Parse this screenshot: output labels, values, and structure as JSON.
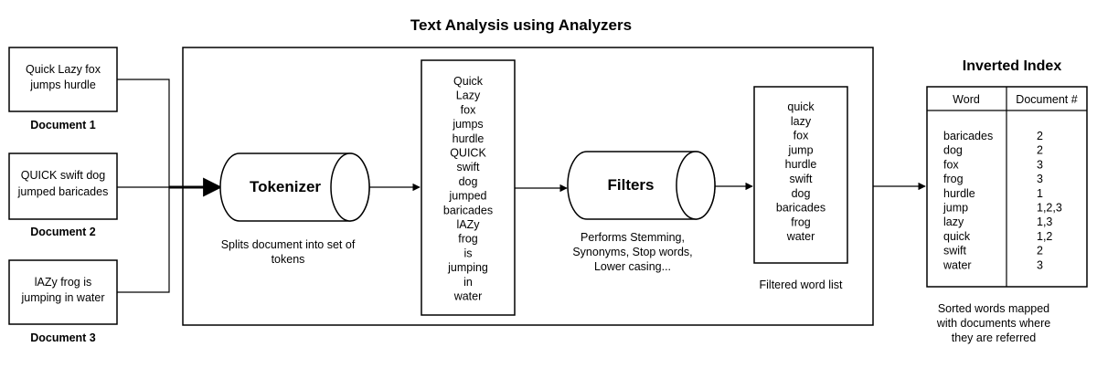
{
  "title": "Text Analysis using Analyzers",
  "documents": [
    {
      "lines": [
        "Quick Lazy fox",
        "jumps hurdle"
      ],
      "label": "Document 1"
    },
    {
      "lines": [
        "QUICK swift dog",
        "jumped baricades"
      ],
      "label": "Document 2"
    },
    {
      "lines": [
        "lAZy frog is",
        "jumping in water"
      ],
      "label": "Document 3"
    }
  ],
  "tokenizer": {
    "label": "Tokenizer",
    "description": [
      "Splits document into set of",
      "tokens"
    ]
  },
  "tokens": [
    "Quick",
    "Lazy",
    "fox",
    "jumps",
    "hurdle",
    "QUICK",
    "swift",
    "dog",
    "jumped",
    "baricades",
    "lAZy",
    "frog",
    "is",
    "jumping",
    "in",
    "water"
  ],
  "filters": {
    "label": "Filters",
    "description": [
      "Performs Stemming,",
      "Synonyms, Stop words,",
      "Lower casing..."
    ]
  },
  "filtered": {
    "words": [
      "quick",
      "lazy",
      "fox",
      "jump",
      "hurdle",
      "swift",
      "dog",
      "baricades",
      "frog",
      "water"
    ],
    "caption": "Filtered word list"
  },
  "inverted_index": {
    "title": "Inverted Index",
    "headers": [
      "Word",
      "Document #"
    ],
    "rows": [
      [
        "baricades",
        "2"
      ],
      [
        "dog",
        "2"
      ],
      [
        "fox",
        "3"
      ],
      [
        "frog",
        "3"
      ],
      [
        "hurdle",
        "1"
      ],
      [
        "jump",
        "1,2,3"
      ],
      [
        "lazy",
        "1,3"
      ],
      [
        "quick",
        "1,2"
      ],
      [
        "swift",
        "2"
      ],
      [
        "water",
        "3"
      ]
    ],
    "caption": [
      "Sorted words mapped",
      "with documents where",
      "they are referred"
    ]
  }
}
